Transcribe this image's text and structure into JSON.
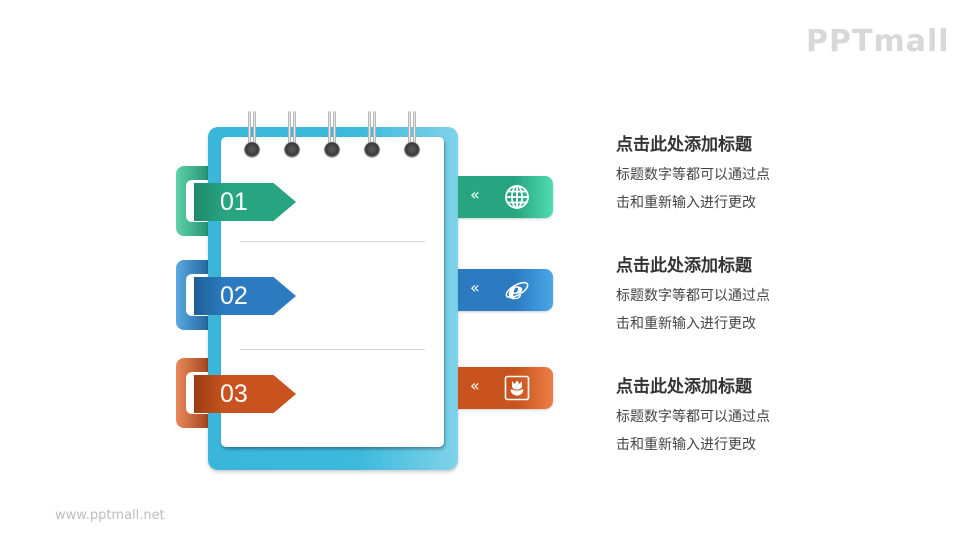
{
  "brand": {
    "logo_text": "PPTmall",
    "footer_url": "www.pptmall.net"
  },
  "colors": {
    "green": "#27a580",
    "blue": "#2c7bc0",
    "orange": "#c8531f",
    "frame": "#3db9dc"
  },
  "items": [
    {
      "number": "01",
      "icon": "globe-icon",
      "chevron": "«",
      "title": "点击此处添加标题",
      "desc_line1": "标题数字等都可以通过点",
      "desc_line2": "击和重新输入进行更改"
    },
    {
      "number": "02",
      "icon": "internet-explorer-icon",
      "chevron": "«",
      "title": "点击此处添加标题",
      "desc_line1": "标题数字等都可以通过点",
      "desc_line2": "击和重新输入进行更改"
    },
    {
      "number": "03",
      "icon": "tulip-icon",
      "chevron": "«",
      "title": "点击此处添加标题",
      "desc_line1": "标题数字等都可以通过点",
      "desc_line2": "击和重新输入进行更改"
    }
  ]
}
